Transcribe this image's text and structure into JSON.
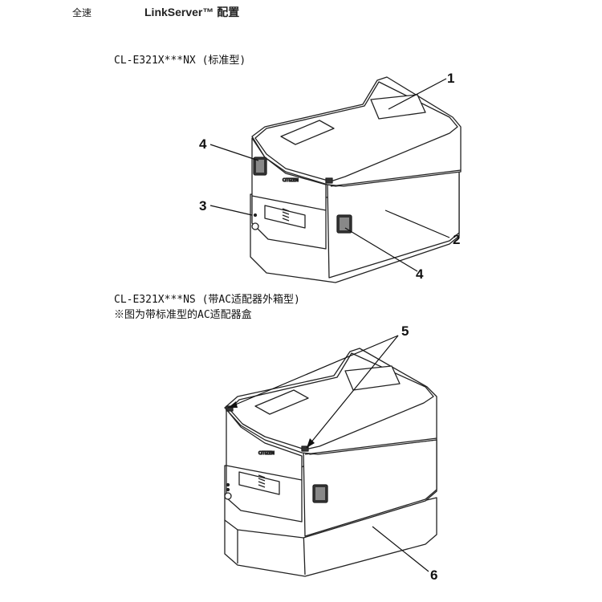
{
  "header": {
    "speed_label": "全速",
    "config_label": "LinkServer™ 配置"
  },
  "printer_nx": {
    "caption": "CL-E321X***NX (标准型)",
    "brand": "CITIZEN",
    "callouts": [
      "1",
      "2",
      "3",
      "4",
      "4"
    ]
  },
  "printer_ns": {
    "caption": "CL-E321X***NS (带AC适配器外箱型)",
    "note": "※图为带标准型的AC适配器盒",
    "brand": "CITIZEN",
    "callouts": [
      "5",
      "6"
    ]
  }
}
